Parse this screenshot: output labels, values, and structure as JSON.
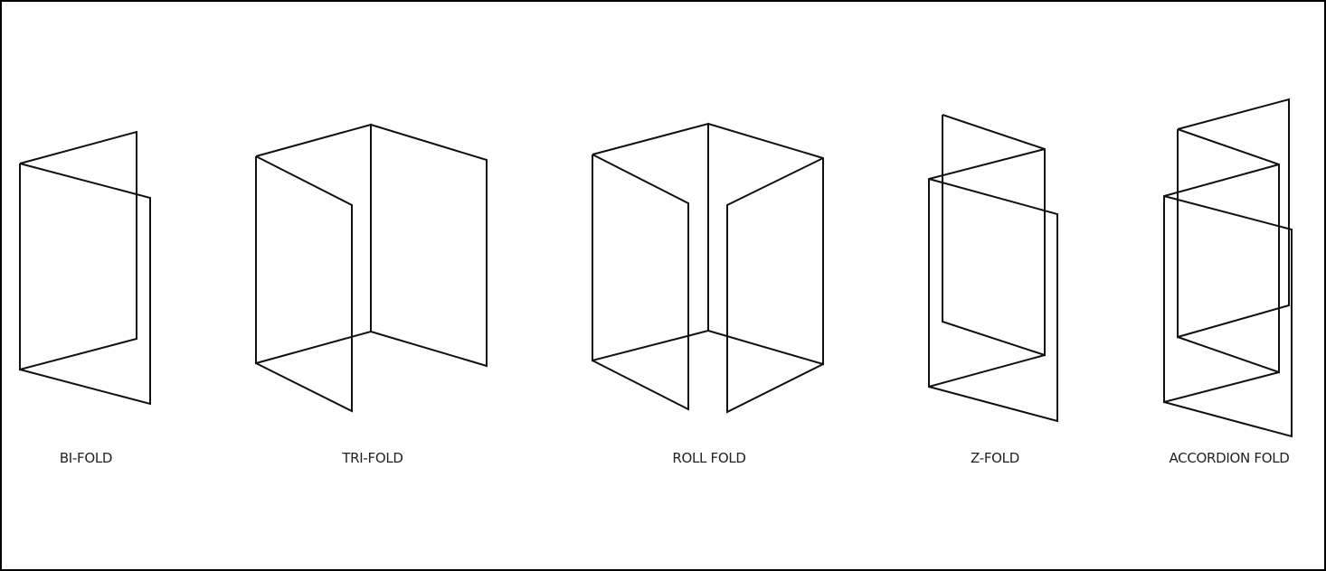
{
  "labels": {
    "bi_fold": "BI-FOLD",
    "tri_fold": "TRI-FOLD",
    "roll_fold": "ROLL FOLD",
    "z_fold": "Z-FOLD",
    "accordion_fold": "ACCORDION FOLD"
  }
}
